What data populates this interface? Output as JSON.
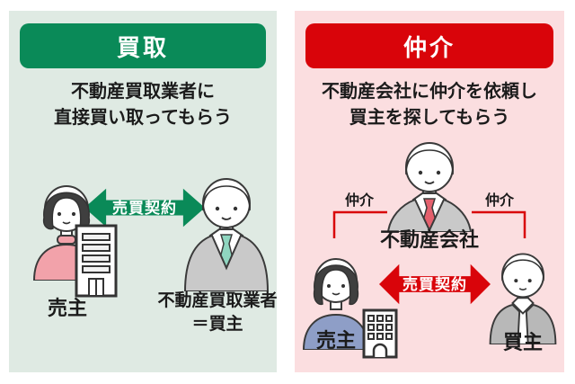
{
  "colors": {
    "page_bg": "#ffffff",
    "purchase_accent": "#0a8a58",
    "purchase_panel_bg": "#dfeae3",
    "brokerage_accent": "#d9040a",
    "brokerage_panel_bg": "#fbdee0",
    "text": "#1b1b1b"
  },
  "panels": {
    "purchase": {
      "title": "買取",
      "description_line1": "不動産買取業者に",
      "description_line2": "直接買い取ってもらう",
      "arrow_label": "売買契約",
      "seller": {
        "label": "売主",
        "figure": "woman-pink-sweater-illustration"
      },
      "buyer": {
        "label_line1": "不動産買取業者",
        "label_line2": "＝買主",
        "figure": "man-gray-suit-teal-tie-illustration"
      },
      "building_icon": "office-building"
    },
    "brokerage": {
      "title": "仲介",
      "description_line1": "不動産会社に仲介を依頼し",
      "description_line2": "買主を探してもらう",
      "agent": {
        "label": "不動産会社",
        "figure": "man-gray-suit-red-tie-illustration"
      },
      "bracket_left_label": "仲介",
      "bracket_right_label": "仲介",
      "arrow_label": "売買契約",
      "seller": {
        "label": "売主",
        "figure": "woman-blue-top-illustration"
      },
      "buyer": {
        "label": "買主",
        "figure": "man-gray-cardigan-illustration"
      },
      "building_icon": "apartment-building"
    }
  }
}
